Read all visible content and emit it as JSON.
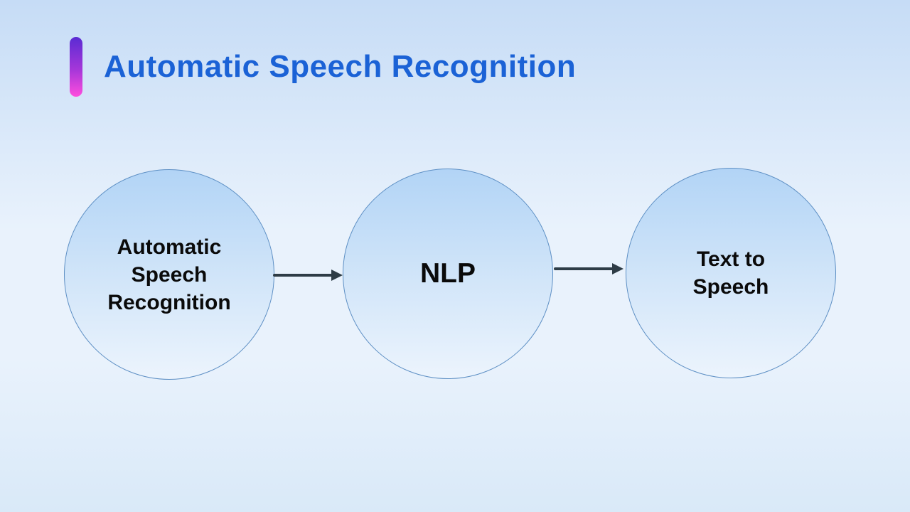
{
  "title": "Automatic Speech Recognition",
  "colors": {
    "background_top": "#c6dcf6",
    "background_middle": "#e9f2fc",
    "title_text": "#1b62d6",
    "accent_bar_top": "#5a2bd3",
    "accent_bar_bottom": "#ff4ddd",
    "circle_fill_top": "#b2d4f6",
    "circle_fill_bottom": "#ecf4fd",
    "circle_border": "#5d8fc4",
    "node_text": "#0a0a0a",
    "arrow": "#2e3c46"
  },
  "diagram": {
    "type": "flow-left-to-right",
    "nodes": [
      {
        "id": "asr",
        "label": "Automatic Speech Recognition"
      },
      {
        "id": "nlp",
        "label": "NLP"
      },
      {
        "id": "tts",
        "label": "Text to Speech"
      }
    ],
    "connectors": [
      {
        "from": "asr",
        "to": "nlp"
      },
      {
        "from": "nlp",
        "to": "tts"
      }
    ]
  }
}
